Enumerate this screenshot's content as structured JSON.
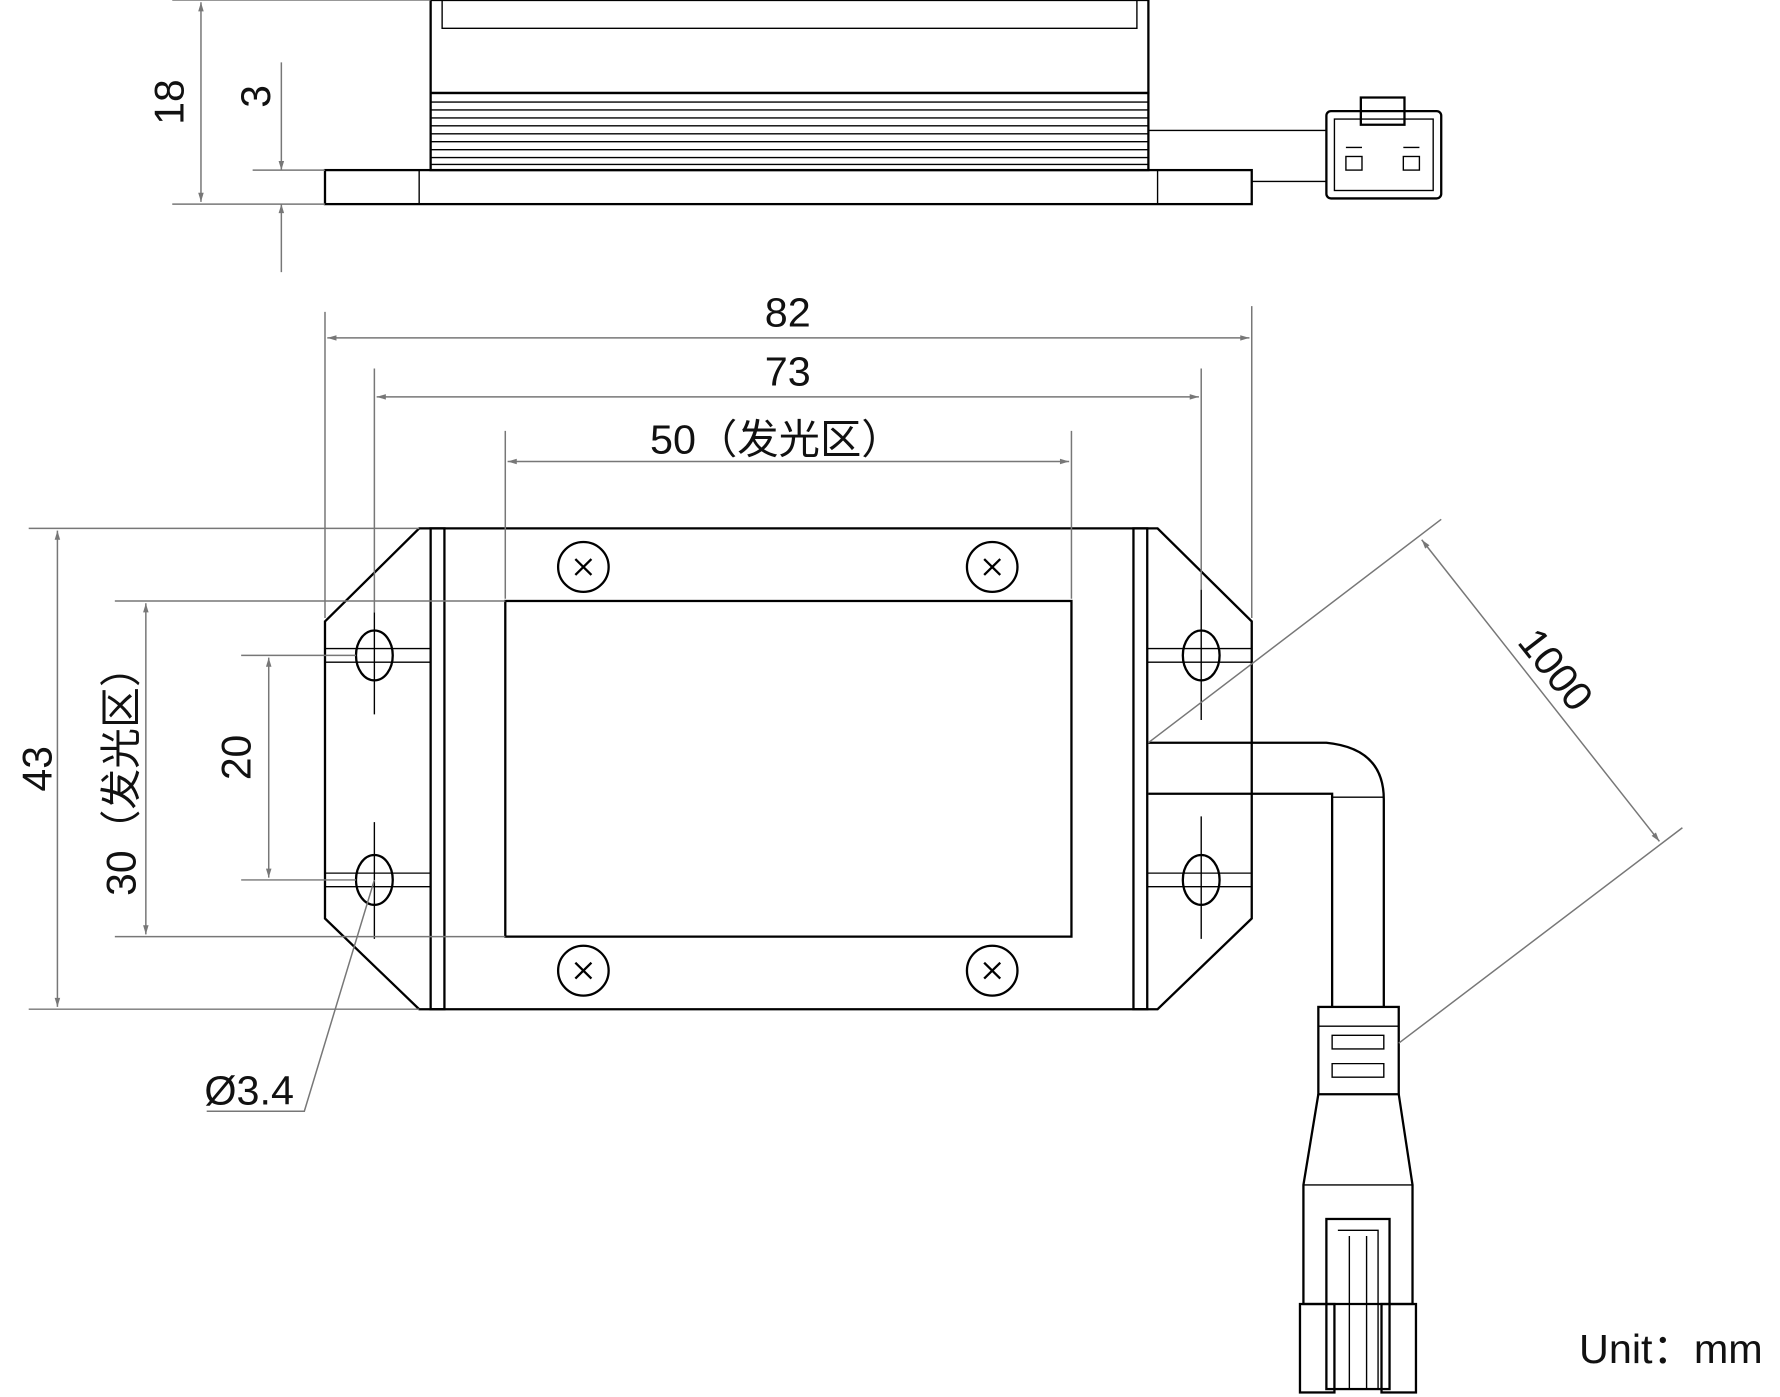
{
  "dimensions": {
    "height_total": "18",
    "base_thickness": "3",
    "length_total": "82",
    "hole_spacing_x": "73",
    "emitting_width": "50（发光区）",
    "width_total": "43",
    "emitting_height": "30（发光区）",
    "hole_spacing_y": "20",
    "hole_diameter": "Ø3.4",
    "cable_length": "1000"
  },
  "unit_label": "Unit：mm"
}
